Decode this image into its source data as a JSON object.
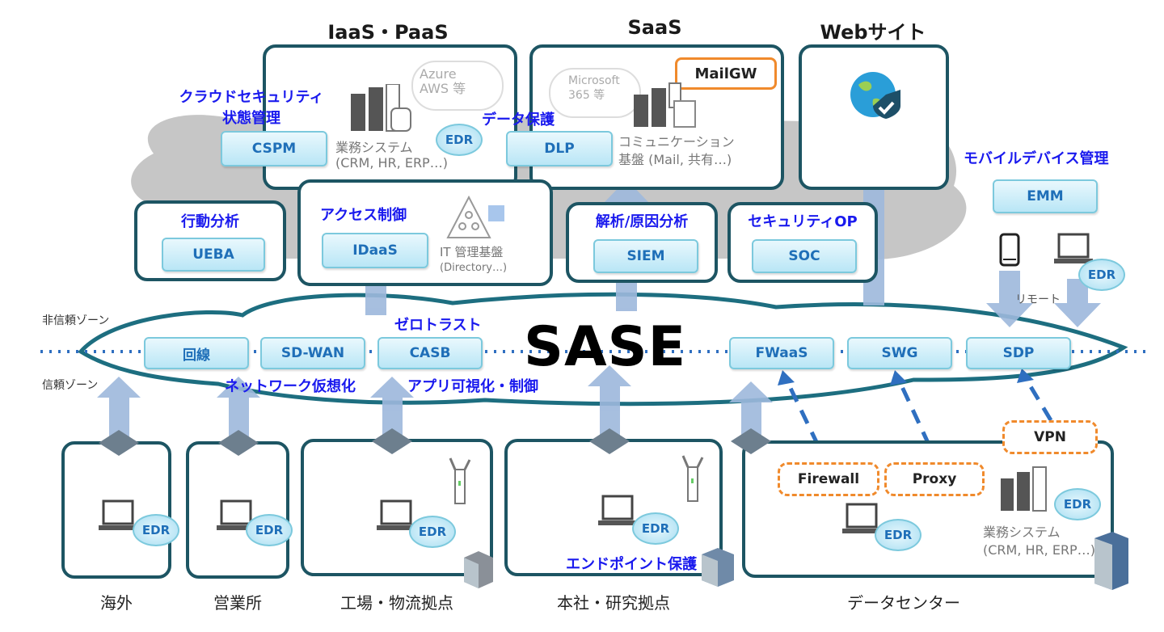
{
  "headers": {
    "iaas": "IaaS・PaaS",
    "saas": "SaaS",
    "web": "Webサイト"
  },
  "iaas_box": {
    "cloud_line1": "Azure",
    "cloud_line2": "AWS 等",
    "system_line1": "業務システム",
    "system_line2": "(CRM, HR, ERP…)",
    "edr": "EDR"
  },
  "saas_box": {
    "cloud_line1": "Microsoft",
    "cloud_line2": "365 等",
    "mailgw": "MailGW",
    "comm_line1": "コミュニケーション",
    "comm_line2": "基盤 (Mail, 共有…)"
  },
  "functions": {
    "cspm": {
      "caption_line1": "クラウドセキュリティ",
      "caption_line2": "状態管理",
      "label": "CSPM"
    },
    "dlp": {
      "caption": "データ保護",
      "label": "DLP"
    },
    "ueba": {
      "caption": "行動分析",
      "label": "UEBA"
    },
    "idaas": {
      "caption": "アクセス制御",
      "label": "IDaaS",
      "it_line1": "IT 管理基盤",
      "it_line2": "(Directory…)"
    },
    "siem": {
      "caption": "解析/原因分析",
      "label": "SIEM"
    },
    "soc": {
      "caption": "セキュリティOP",
      "label": "SOC"
    },
    "emm": {
      "caption": "モバイルデバイス管理",
      "label": "EMM"
    }
  },
  "remote": {
    "label": "リモート",
    "edr": "EDR"
  },
  "sase": {
    "title": "SASE",
    "zone_untrusted": "非信頼ゾーン",
    "zone_trusted": "信頼ゾーン",
    "pills": [
      "回線",
      "SD-WAN",
      "CASB",
      "FWaaS",
      "SWG",
      "SDP"
    ],
    "caption_zerotrust": "ゼロトラスト",
    "caption_network": "ネットワーク仮想化",
    "caption_app": "アプリ可視化・制御"
  },
  "sites": [
    {
      "name": "海外",
      "edr": "EDR"
    },
    {
      "name": "営業所",
      "edr": "EDR"
    },
    {
      "name": "工場・物流拠点",
      "edr": "EDR"
    },
    {
      "name": "本社・研究拠点",
      "edr": "EDR",
      "caption": "エンドポイント保護"
    },
    {
      "name": "データセンター",
      "edr": "EDR"
    }
  ],
  "datacenter": {
    "firewall": "Firewall",
    "proxy": "Proxy",
    "vpn": "VPN",
    "system_line1": "業務システム",
    "system_line2": "(CRM, HR, ERP…)",
    "server_edr": "EDR"
  },
  "colors": {
    "box_border": "#1d5563",
    "caption_blue": "#1a1aee",
    "pill_text": "#1f6fb8",
    "dashed_orange": "#f08a2c",
    "arrow": "#9db8dc",
    "cloud_gray": "#c8c8c8"
  }
}
